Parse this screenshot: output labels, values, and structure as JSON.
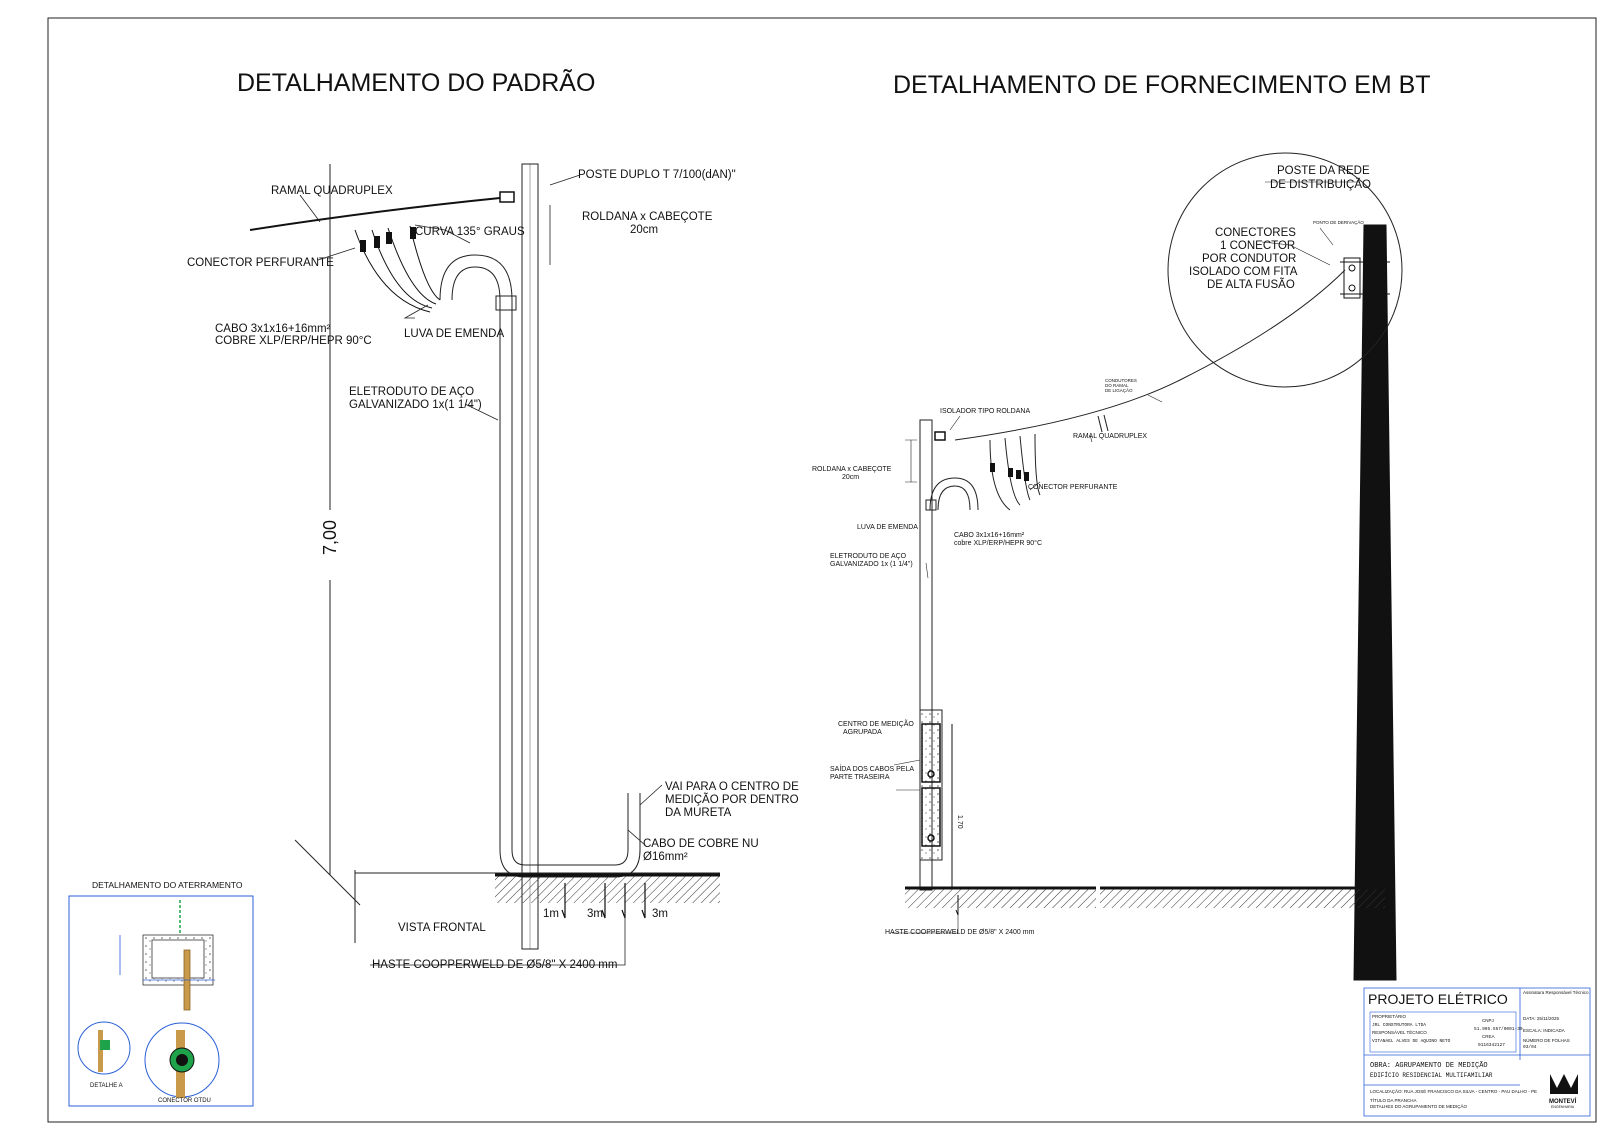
{
  "left": {
    "title": "DETALHAMENTO DO PADRÃO",
    "labels": {
      "ramal": "RAMAL QUADRUPLEX",
      "poste": "POSTE DUPLO T 7/100(dAN)\"",
      "roldana1": "ROLDANA x CABEÇOTE",
      "roldana2": "20cm",
      "curva": "CURVA 135° GRAUS",
      "conector": "CONECTOR PERFURANTE",
      "cabo1": "CABO 3x1x16+16mm²",
      "cabo2": "COBRE  XLP/ERP/HEPR 90°C",
      "luva": "LUVA DE EMENDA",
      "eletro1": "ELETRODUTO DE AÇO",
      "eletro2": "GALVANIZADO  1x(1 1/4\")",
      "altura": "7,00",
      "vai1": "VAI PARA O CENTRO DE",
      "vai2": "MEDIÇÃO POR DENTRO",
      "vai3": "DA MURETA",
      "nu1": "CABO DE COBRE NU",
      "nu2": "Ø16mm²",
      "d1": "1m",
      "d2": "3m",
      "d3": "3m",
      "vista": "VISTA FRONTAL",
      "haste": "HASTE COOPPERWELD DE Ø5/8\" X 2400 mm"
    }
  },
  "right": {
    "title": "DETALHAMENTO DE FORNECIMENTO EM BT",
    "labels": {
      "poste1": "POSTE DA REDE",
      "poste2": "DE DISTRIBUIÇÃO",
      "con1": "CONECTORES",
      "con2": "1 CONECTOR",
      "con3": "POR CONDUTOR",
      "con4": "ISOLADO COM FITA",
      "con5": "DE ALTA FUSÃO",
      "ponto": "PONTO DE DERIVAÇÃO",
      "condutores1": "CONDUTORES",
      "condutores2": "DO RAMAL",
      "condutores3": "DE LIGAÇÃO",
      "isolador": "ISOLADOR TIPO ROLDANA",
      "ramal": "RAMAL QUADRUPLEX",
      "roldana1": "ROLDANA x CABEÇOTE",
      "roldana2": "20cm",
      "conector": "CONECTOR PERFURANTE",
      "luva": "LUVA DE EMENDA",
      "cabo1": "CABO 3x1x16+16mm²",
      "cabo2": "cobre  XLP/ERP/HEPR 90°C",
      "eletro1": "ELETRODUTO DE AÇO",
      "eletro2": "GALVANIZADO  1x (1 1/4\")",
      "centro1": "CENTRO DE MEDIÇÃO",
      "centro2": "AGRUPADA",
      "saida1": "SAÍDA DOS CABOS PELA",
      "saida2": "PARTE TRASEIRA",
      "cota": "1.70",
      "haste": "HASTE COOPPERWELD DE Ø5/8\" X 2400 mm"
    }
  },
  "grounding": {
    "title": "DETALHAMENTO DO ATERRAMENTO",
    "detalhe": "DETALHE A",
    "conector": "CONECTOR OTDU"
  },
  "titleblock": {
    "project": "PROJETO ELÉTRICO",
    "assinatura": "Assinatura Responsável Técnico",
    "prop_label": "PROPRIETÁRIO",
    "prop_value": "JRL CONSTRUTORA LTDA",
    "cnpj_label": "CNPJ",
    "cnpj_value": "51.995.557/0001-30",
    "resp_label": "RESPONSÁVEL TÉCNICO",
    "resp_value": "VITANAEL ALVES DE AQUINO NETO",
    "crea_label": "CREA",
    "crea_value": "0116342127",
    "data_label": "DATA: 25/11/2025",
    "escala_label": "ESCALA: INDICADA",
    "folha_label": "NÚMERO DE FOLHAS",
    "folha_value": "03/04",
    "obra": "OBRA: AGRUPAMENTO DE MEDIÇÃO",
    "edificio": "EDIFÍCIO RESIDENCIAL MULTIFAMILIAR",
    "localizacao": "LOCALIZAÇÃO: RUA JOSÉ FRANCISCO DA SILVA - CENTRO - PAU DALHO - PE",
    "titulo_label": "TÍTULO DA PRANCHA",
    "titulo_value": "DETALHES DO AGRUPAMENTO DE MEDIÇÃO",
    "logo": "MONTEVÍ",
    "logo_sub": "ENGENHARIA"
  }
}
